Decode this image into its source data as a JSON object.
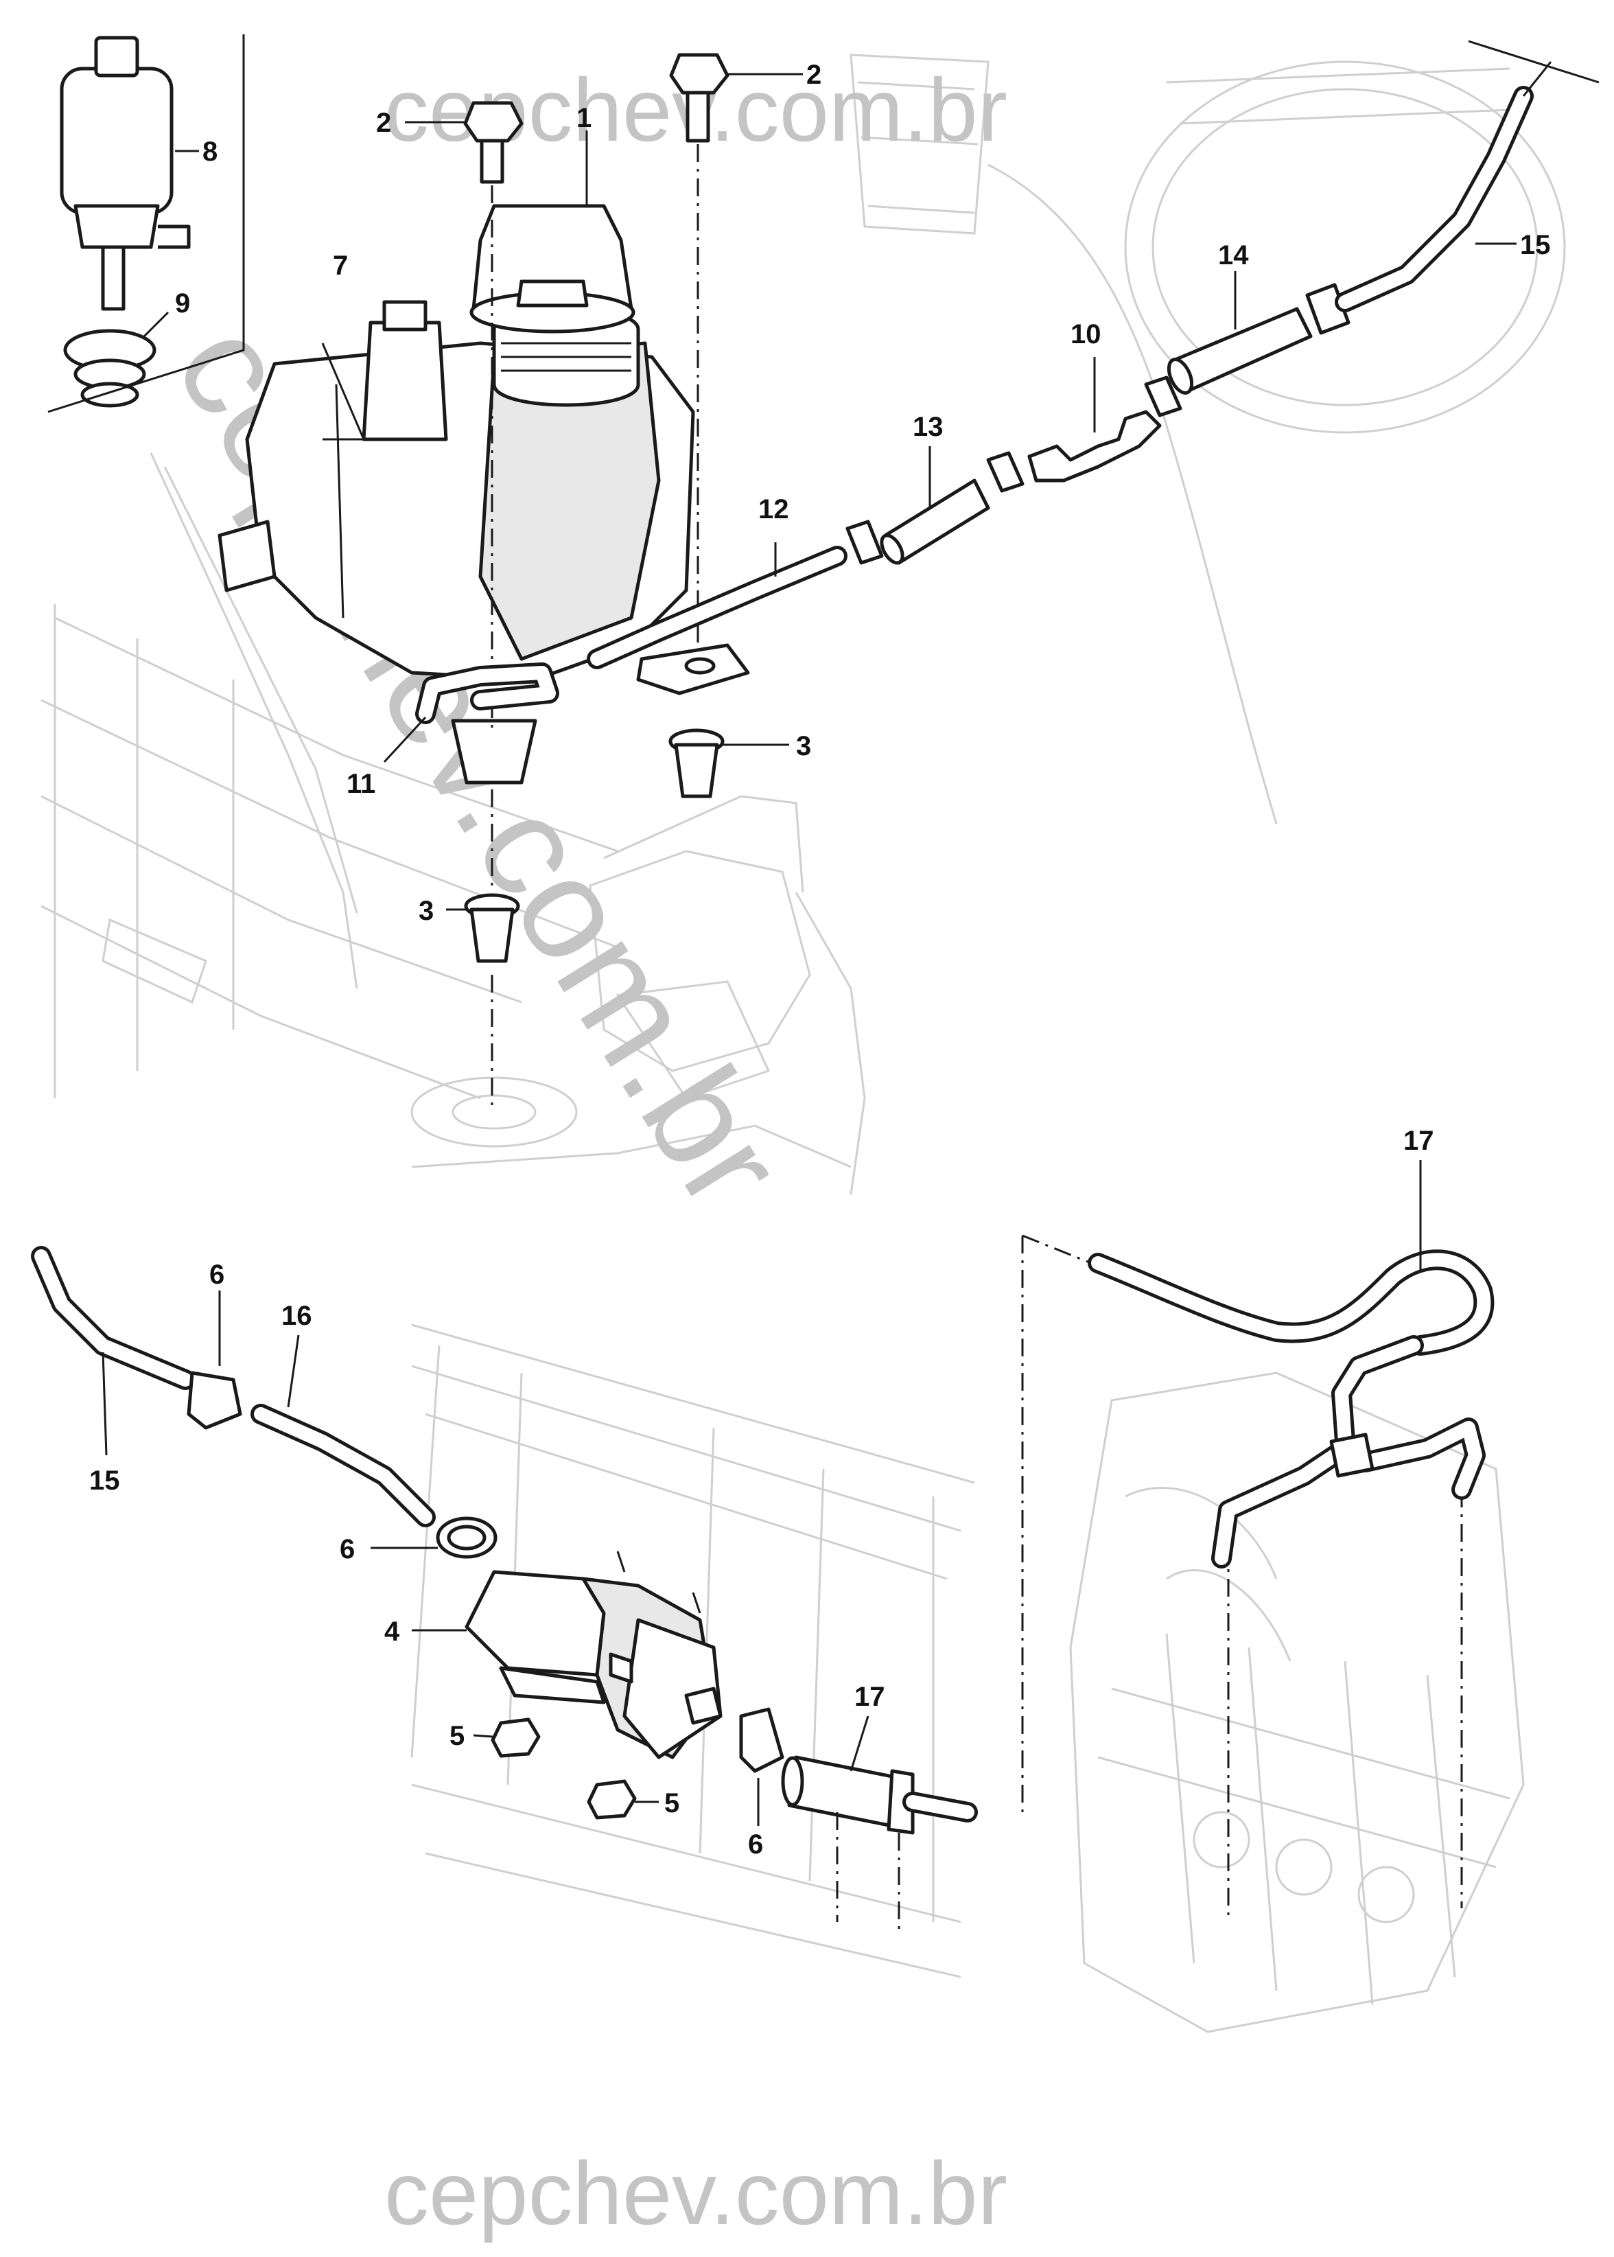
{
  "diagram": {
    "watermarks": {
      "top": "cepchev.com.br",
      "diagonal": "cepchev.com.br",
      "bottom": "cepchev.com.br"
    },
    "callouts": [
      {
        "id": "c1",
        "label": "1"
      },
      {
        "id": "c2a",
        "label": "2"
      },
      {
        "id": "c2b",
        "label": "2"
      },
      {
        "id": "c3a",
        "label": "3"
      },
      {
        "id": "c3b",
        "label": "3"
      },
      {
        "id": "c4",
        "label": "4"
      },
      {
        "id": "c5a",
        "label": "5"
      },
      {
        "id": "c5b",
        "label": "5"
      },
      {
        "id": "c6a",
        "label": "6"
      },
      {
        "id": "c6b",
        "label": "6"
      },
      {
        "id": "c6c",
        "label": "6"
      },
      {
        "id": "c7",
        "label": "7"
      },
      {
        "id": "c8",
        "label": "8"
      },
      {
        "id": "c9",
        "label": "9"
      },
      {
        "id": "c10",
        "label": "10"
      },
      {
        "id": "c11",
        "label": "11"
      },
      {
        "id": "c12",
        "label": "12"
      },
      {
        "id": "c13",
        "label": "13"
      },
      {
        "id": "c14",
        "label": "14"
      },
      {
        "id": "c15a",
        "label": "15"
      },
      {
        "id": "c15b",
        "label": "15"
      },
      {
        "id": "c16",
        "label": "16"
      },
      {
        "id": "c17a",
        "label": "17"
      },
      {
        "id": "c17b",
        "label": "17"
      }
    ]
  }
}
